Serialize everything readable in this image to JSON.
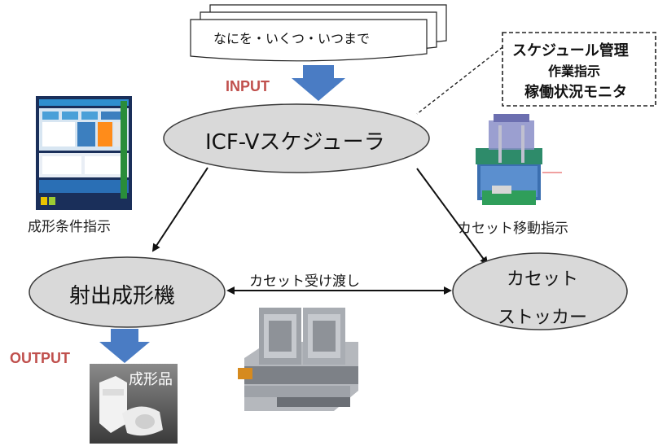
{
  "input": {
    "document_text": "なにを・いくつ・いつまで",
    "label": "INPUT"
  },
  "scheduler": {
    "label": "ICF-Vスケジューラ"
  },
  "functions": {
    "line1": "スケジュール管理",
    "line2": "作業指示",
    "line3": "稼働状況モニタ"
  },
  "molding_conditions": {
    "label": "成形条件指示"
  },
  "cassette_move": {
    "label": "カセット移動指示"
  },
  "injection_machine": {
    "label": "射出成形機"
  },
  "stocker": {
    "line1": "カセット",
    "line2": "ストッカー"
  },
  "transfer": {
    "label": "カセット受け渡し"
  },
  "output": {
    "label": "OUTPUT",
    "product_label": "成形品"
  },
  "colors": {
    "io_label": "#c0504d",
    "arrow_blue": "#4a7cc4",
    "ellipse_fill": "#d9d9d9",
    "ellipse_stroke": "#3a3a3a"
  }
}
